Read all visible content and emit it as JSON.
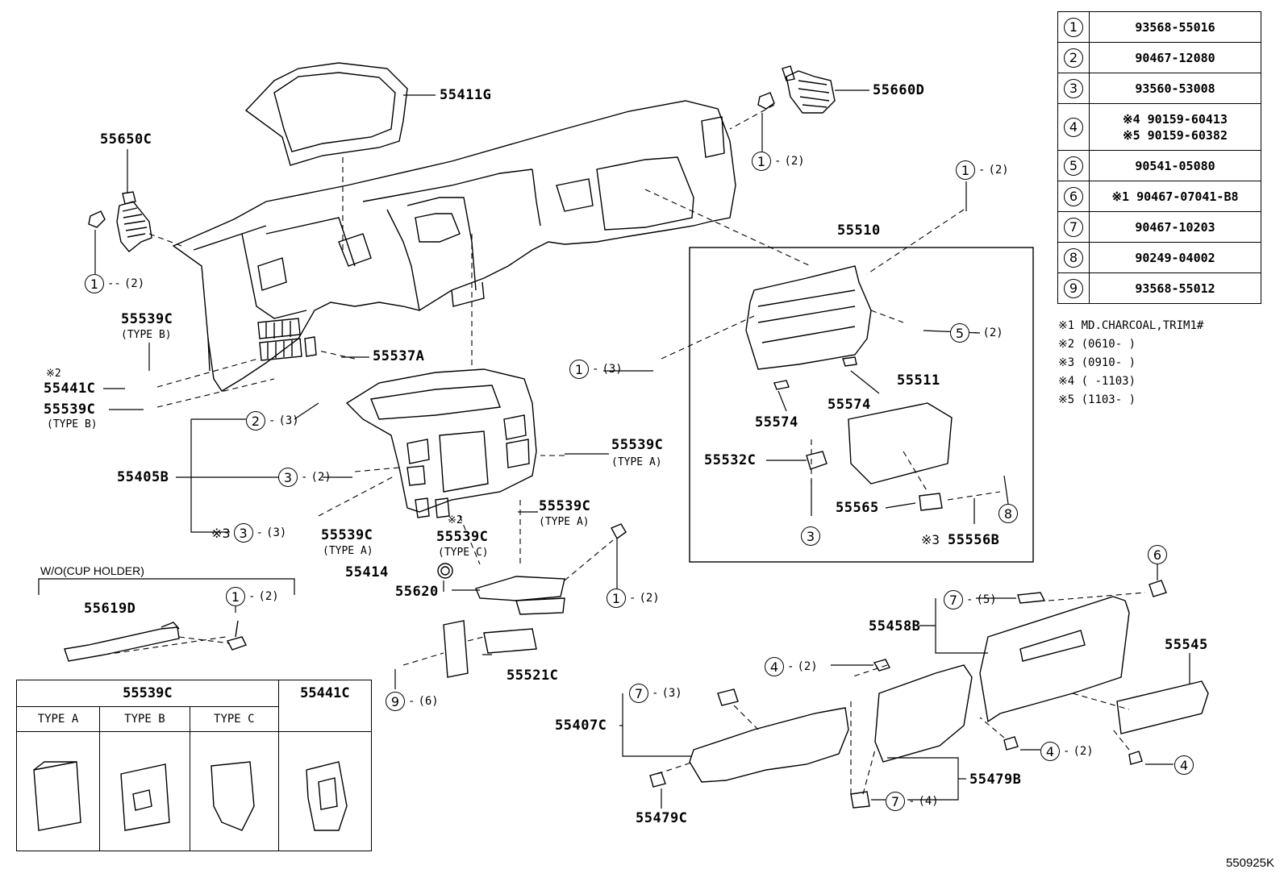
{
  "legend": {
    "rows": [
      {
        "index": "1",
        "part": "93568-55016"
      },
      {
        "index": "2",
        "part": "90467-12080"
      },
      {
        "index": "3",
        "part": "93560-53008"
      },
      {
        "index": "4",
        "line1": "※4 90159-60413",
        "line2": "※5 90159-60382"
      },
      {
        "index": "5",
        "part": "90541-05080"
      },
      {
        "index": "6",
        "part": "※1 90467-07041-B8"
      },
      {
        "index": "7",
        "part": "90467-10203"
      },
      {
        "index": "8",
        "part": "90249-04002"
      },
      {
        "index": "9",
        "part": "93568-55012"
      }
    ]
  },
  "notes": [
    "※1 MD.CHARCOAL,TRIM1#",
    "※2 (0610-   )",
    "※3 (0910-   )",
    "※4 (   -1103)",
    "※5 (1103-   )"
  ],
  "labels": {
    "p55411G": "55411G",
    "p55660D": "55660D",
    "p55650C": "55650C",
    "p55510": "55510",
    "p55539C_b1": "55539C",
    "type_b1": "(TYPE B)",
    "p55537A": "55537A",
    "mark2a": "※2",
    "p55441C": "55441C",
    "p55539C_b2": "55539C",
    "type_b2": "(TYPE B)",
    "p55511": "55511",
    "p55574a": "55574",
    "p55574b": "55574",
    "p55539C_a1": "55539C",
    "type_a1": "(TYPE A)",
    "p55532C": "55532C",
    "p55405B": "55405B",
    "p55539C_a2": "55539C",
    "type_a2": "(TYPE A)",
    "p55565": "55565",
    "p55556B": "55556B",
    "mark3b": "※3",
    "mark3a": "※3",
    "p55539C_a3": "55539C",
    "type_a3": "(TYPE A)",
    "mark2b": "※2",
    "p55539C_c": "55539C",
    "type_c": "(TYPE C)",
    "p55414": "55414",
    "p55620": "55620",
    "p55619D": "55619D",
    "p55458B": "55458B",
    "p55545": "55545",
    "p55521C": "55521C",
    "p55407C": "55407C",
    "p55479B": "55479B",
    "p55479C": "55479C",
    "wo_cup": "W/O(CUP HOLDER)",
    "code": "550925K"
  },
  "refs": {
    "r1_left": {
      "n": "1",
      "q": "(2)"
    },
    "r1_right": {
      "n": "1",
      "q": "(2)"
    },
    "r1_top": {
      "n": "1",
      "q": "(2)"
    },
    "r1_mid": {
      "n": "1",
      "q": "(3)"
    },
    "r5": {
      "n": "5",
      "q": "(2)"
    },
    "r2": {
      "n": "2",
      "q": "(3)"
    },
    "r3a": {
      "n": "3",
      "q": "(2)"
    },
    "r3b": {
      "n": "3",
      "q": "(3)"
    },
    "r3c": {
      "n": "3"
    },
    "r8": {
      "n": "8"
    },
    "r6": {
      "n": "6"
    },
    "r1_cup": {
      "n": "1",
      "q": "(2)"
    },
    "r1_low": {
      "n": "1",
      "q": "(2)"
    },
    "r7a": {
      "n": "7",
      "q": "(5)"
    },
    "r4a": {
      "n": "4",
      "q": "(2)"
    },
    "r7b": {
      "n": "7",
      "q": "(3)"
    },
    "r4b": {
      "n": "4",
      "q": "(2)"
    },
    "r4c": {
      "n": "4"
    },
    "r9": {
      "n": "9",
      "q": "(6)"
    },
    "r7c": {
      "n": "7",
      "q": "(4)"
    }
  },
  "typetable": {
    "h_55539C": "55539C",
    "h_55441C": "55441C",
    "type_a": "TYPE A",
    "type_b": "TYPE B",
    "type_c": "TYPE C"
  }
}
